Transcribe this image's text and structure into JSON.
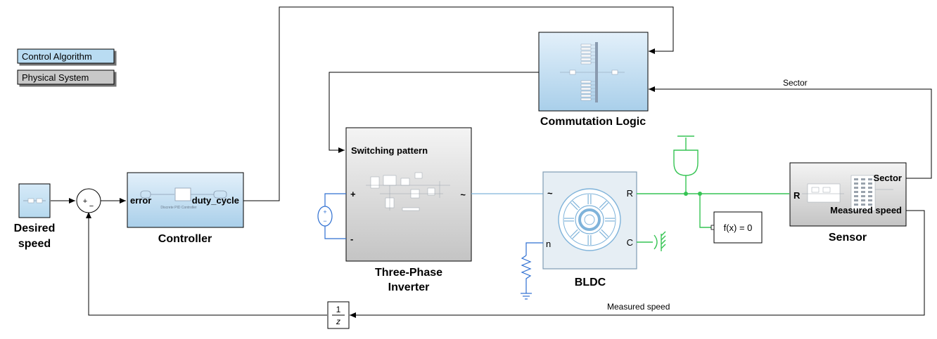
{
  "legend": {
    "control_algorithm": "Control Algorithm",
    "physical_system": "Physical System"
  },
  "blocks": {
    "desired_speed": {
      "line1": "Desired",
      "line2": "speed"
    },
    "sum": {
      "plus": "+",
      "minus": "−"
    },
    "controller": {
      "title": "Controller",
      "in_port": "error",
      "out_port": "duty_cycle",
      "inner_caption": "Discrete PID Controller"
    },
    "commutation_logic": {
      "title": "Commutation Logic"
    },
    "inverter": {
      "line1": "Three-Phase",
      "line2": "Inverter",
      "in_port": "Switching pattern",
      "plus": "+",
      "minus": "-",
      "ac": "~"
    },
    "bldc": {
      "title": "BLDC",
      "port_ac": "~",
      "port_n": "n",
      "port_r": "R",
      "port_c": "C"
    },
    "solver": {
      "label": "f(x) = 0"
    },
    "sensor": {
      "title": "Sensor",
      "port_r": "R",
      "out_sector": "Sector",
      "out_speed": "Measured speed"
    },
    "unit_delay": {
      "num": "1",
      "den": "z"
    }
  },
  "signals": {
    "sector": "Sector",
    "measured_speed": "Measured speed"
  },
  "colors": {
    "control_fill_top": "#e3f0fa",
    "control_fill_bottom": "#a9cfea",
    "physical_fill_top": "#f4f4f4",
    "physical_fill_bottom": "#c4c4c4",
    "electrical": "#2e6fd1",
    "mechanical": "#35c453"
  }
}
